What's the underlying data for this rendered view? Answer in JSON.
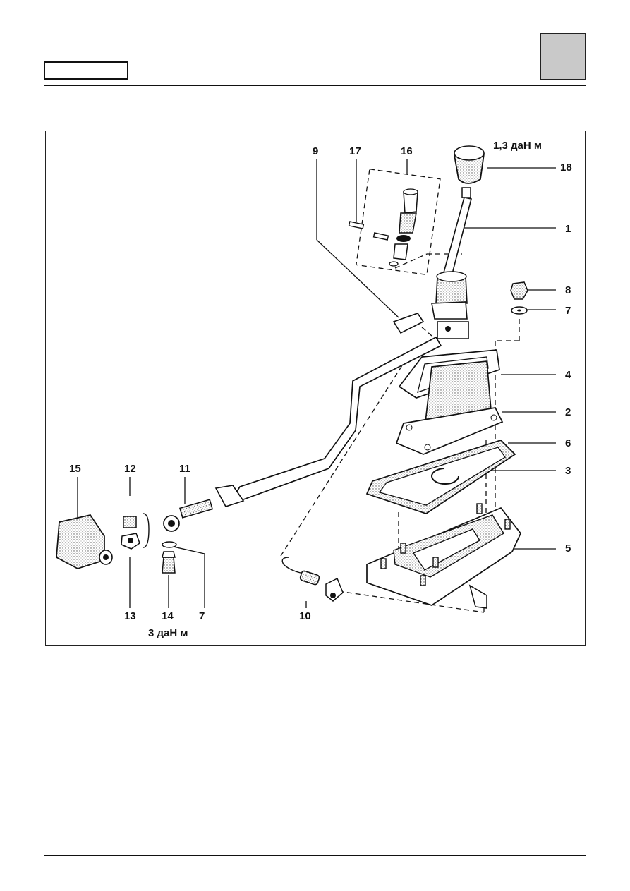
{
  "header": {
    "label_box_text": ""
  },
  "diagram": {
    "torque_top": "1,3 даН м",
    "torque_bottom": "3 даН м",
    "callouts": [
      "9",
      "17",
      "16",
      "18",
      "1",
      "8",
      "7",
      "4",
      "2",
      "6",
      "3",
      "5",
      "15",
      "12",
      "11",
      "13",
      "14",
      "7",
      "10"
    ]
  }
}
